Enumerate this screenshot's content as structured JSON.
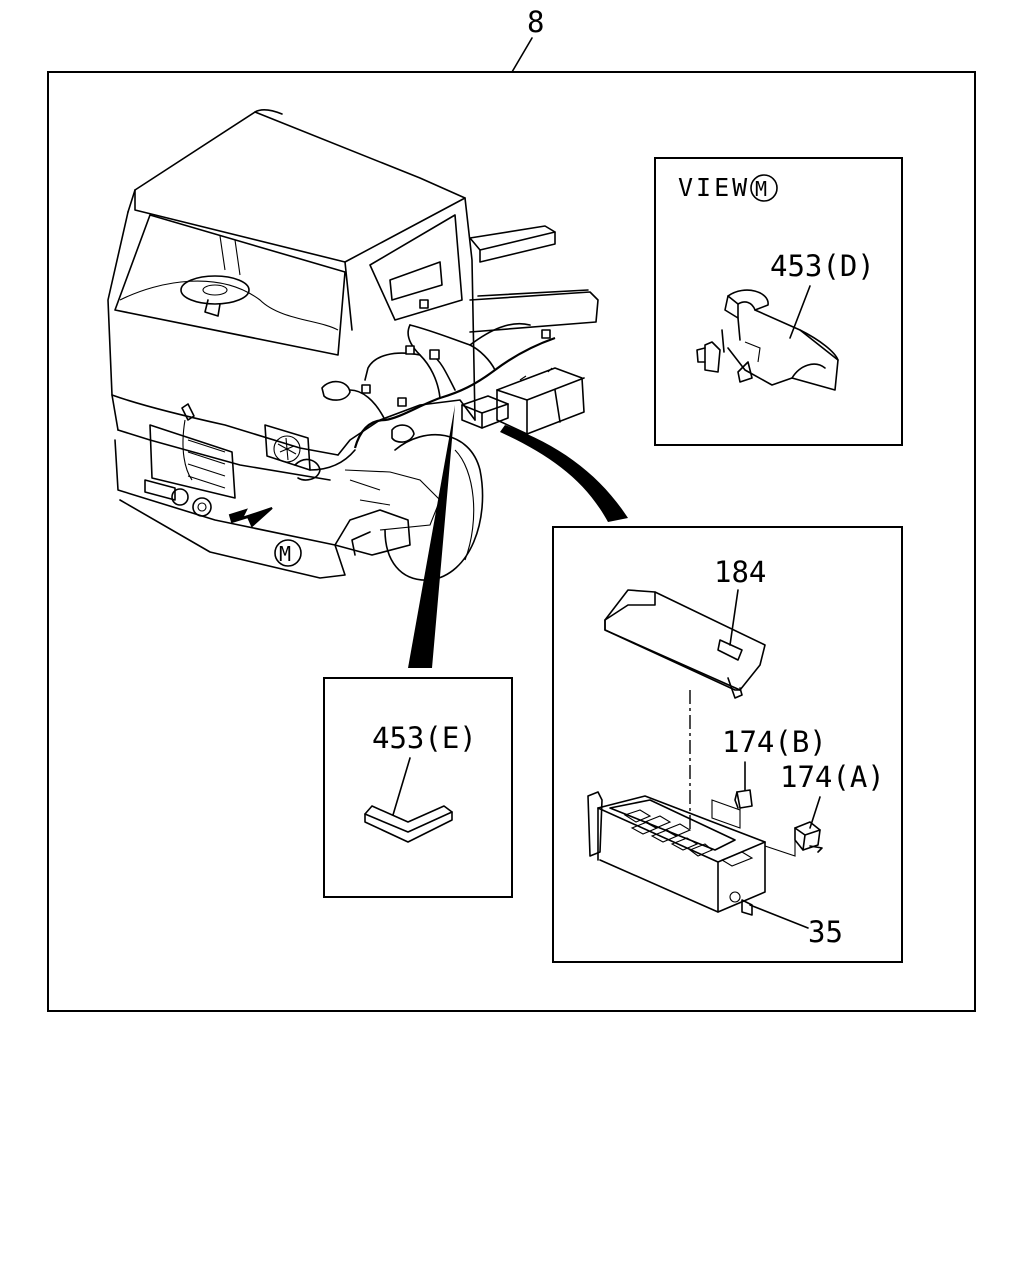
{
  "diagram": {
    "assembly_number": "8",
    "view_label": "VIEW",
    "view_marker": "M",
    "arrow_marker": "M",
    "callouts": [
      {
        "id": "453D",
        "text": "453(D)"
      },
      {
        "id": "453E",
        "text": "453(E)"
      },
      {
        "id": "184",
        "text": "184"
      },
      {
        "id": "174B",
        "text": "174(B)"
      },
      {
        "id": "174A",
        "text": "174(A)"
      },
      {
        "id": "35",
        "text": "35"
      }
    ]
  }
}
